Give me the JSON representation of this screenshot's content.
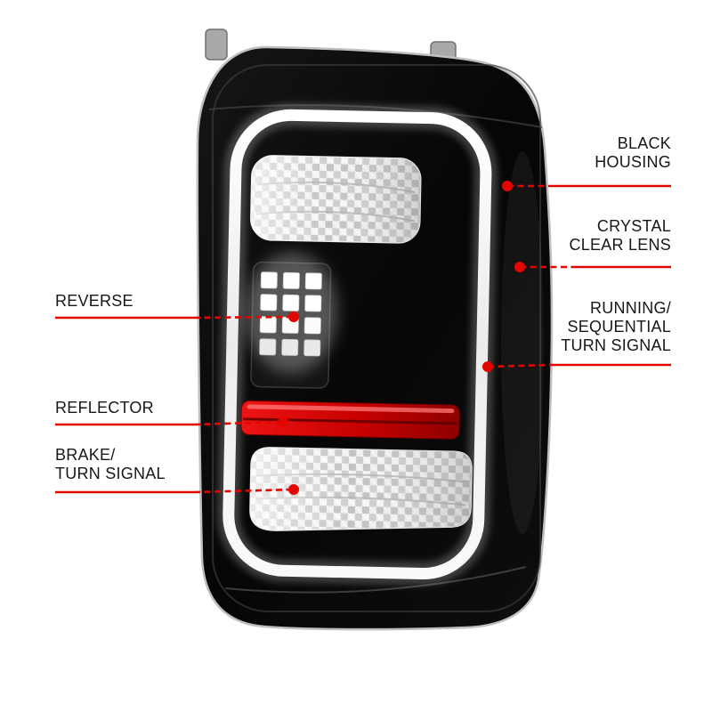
{
  "colors": {
    "accent_red": "#e10600",
    "housing_black": "#0a0a0b",
    "reflector_red": "#c80000",
    "lens_gray": "#dcdcdc",
    "background": "#ffffff"
  },
  "product": {
    "subject": "led-tail-light"
  },
  "callouts": [
    {
      "id": "black-housing",
      "side": "right",
      "lines": [
        "BLACK",
        "HOUSING"
      ]
    },
    {
      "id": "crystal-clear-lens",
      "side": "right",
      "lines": [
        "CRYSTAL",
        "CLEAR LENS"
      ]
    },
    {
      "id": "running-sequential-turn-signal",
      "side": "right",
      "lines": [
        "RUNNING/",
        "SEQUENTIAL",
        "TURN SIGNAL"
      ]
    },
    {
      "id": "reverse",
      "side": "left",
      "lines": [
        "REVERSE"
      ]
    },
    {
      "id": "reflector",
      "side": "left",
      "lines": [
        "REFLECTOR"
      ]
    },
    {
      "id": "brake-turn-signal",
      "side": "left",
      "lines": [
        "BRAKE/",
        "TURN SIGNAL"
      ]
    }
  ]
}
